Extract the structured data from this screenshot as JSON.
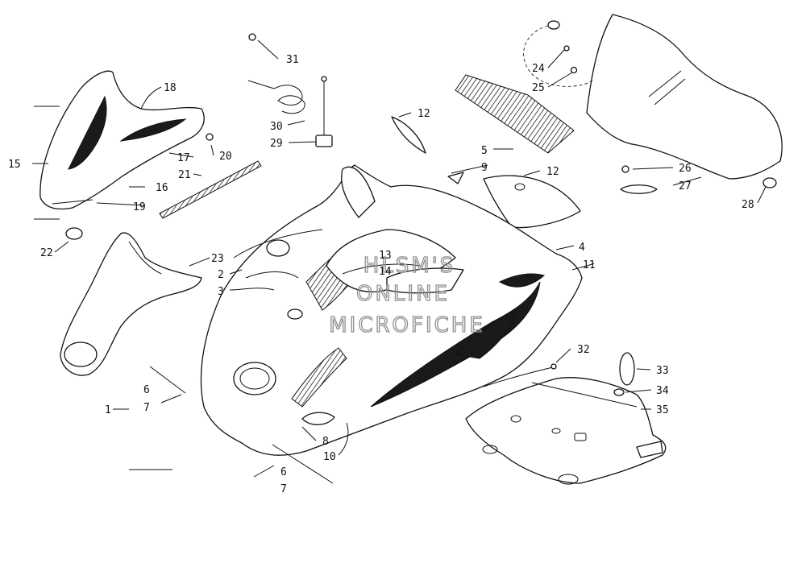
{
  "diagram": {
    "watermark": [
      "HLSM'S",
      "ONLINE",
      "MICROFICHE"
    ],
    "callouts": {
      "c1": "1",
      "c2": "2",
      "c3": "3",
      "c4": "4",
      "c5": "5",
      "c6a": "6",
      "c6b": "6",
      "c7a": "7",
      "c7b": "7",
      "c8": "8",
      "c9": "9",
      "c10": "10",
      "c11": "11",
      "c12a": "12",
      "c12b": "12",
      "c13": "13",
      "c14": "14",
      "c15": "15",
      "c16": "16",
      "c17": "17",
      "c18": "18",
      "c19": "19",
      "c20": "20",
      "c21": "21",
      "c22": "22",
      "c23": "23",
      "c24": "24",
      "c25": "25",
      "c26": "26",
      "c27": "27",
      "c28": "28",
      "c29": "29",
      "c30": "30",
      "c31": "31",
      "c32": "32",
      "c33": "33",
      "c34": "34",
      "c35": "35"
    }
  }
}
